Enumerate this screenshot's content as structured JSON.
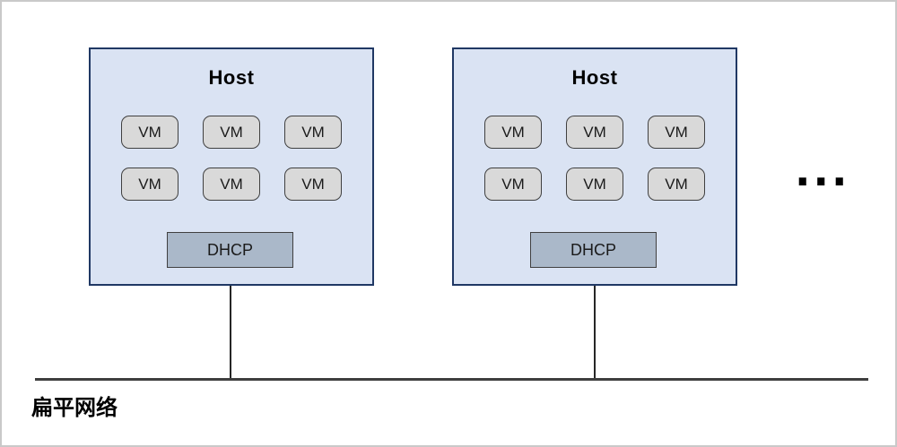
{
  "diagram": {
    "hosts": [
      {
        "title": "Host",
        "vms": [
          "VM",
          "VM",
          "VM",
          "VM",
          "VM",
          "VM"
        ],
        "dhcp_label": "DHCP"
      },
      {
        "title": "Host",
        "vms": [
          "VM",
          "VM",
          "VM",
          "VM",
          "VM",
          "VM"
        ],
        "dhcp_label": "DHCP"
      }
    ],
    "more_hosts_ellipsis": "...",
    "network_label": "扁平网络",
    "colors": {
      "host_fill": "#dae3f3",
      "host_border": "#203864",
      "vm_fill": "#d9d9d9",
      "vm_border": "#404040",
      "dhcp_fill": "#aab8c9",
      "dhcp_border": "#404040",
      "line": "#3f3f3f"
    }
  }
}
